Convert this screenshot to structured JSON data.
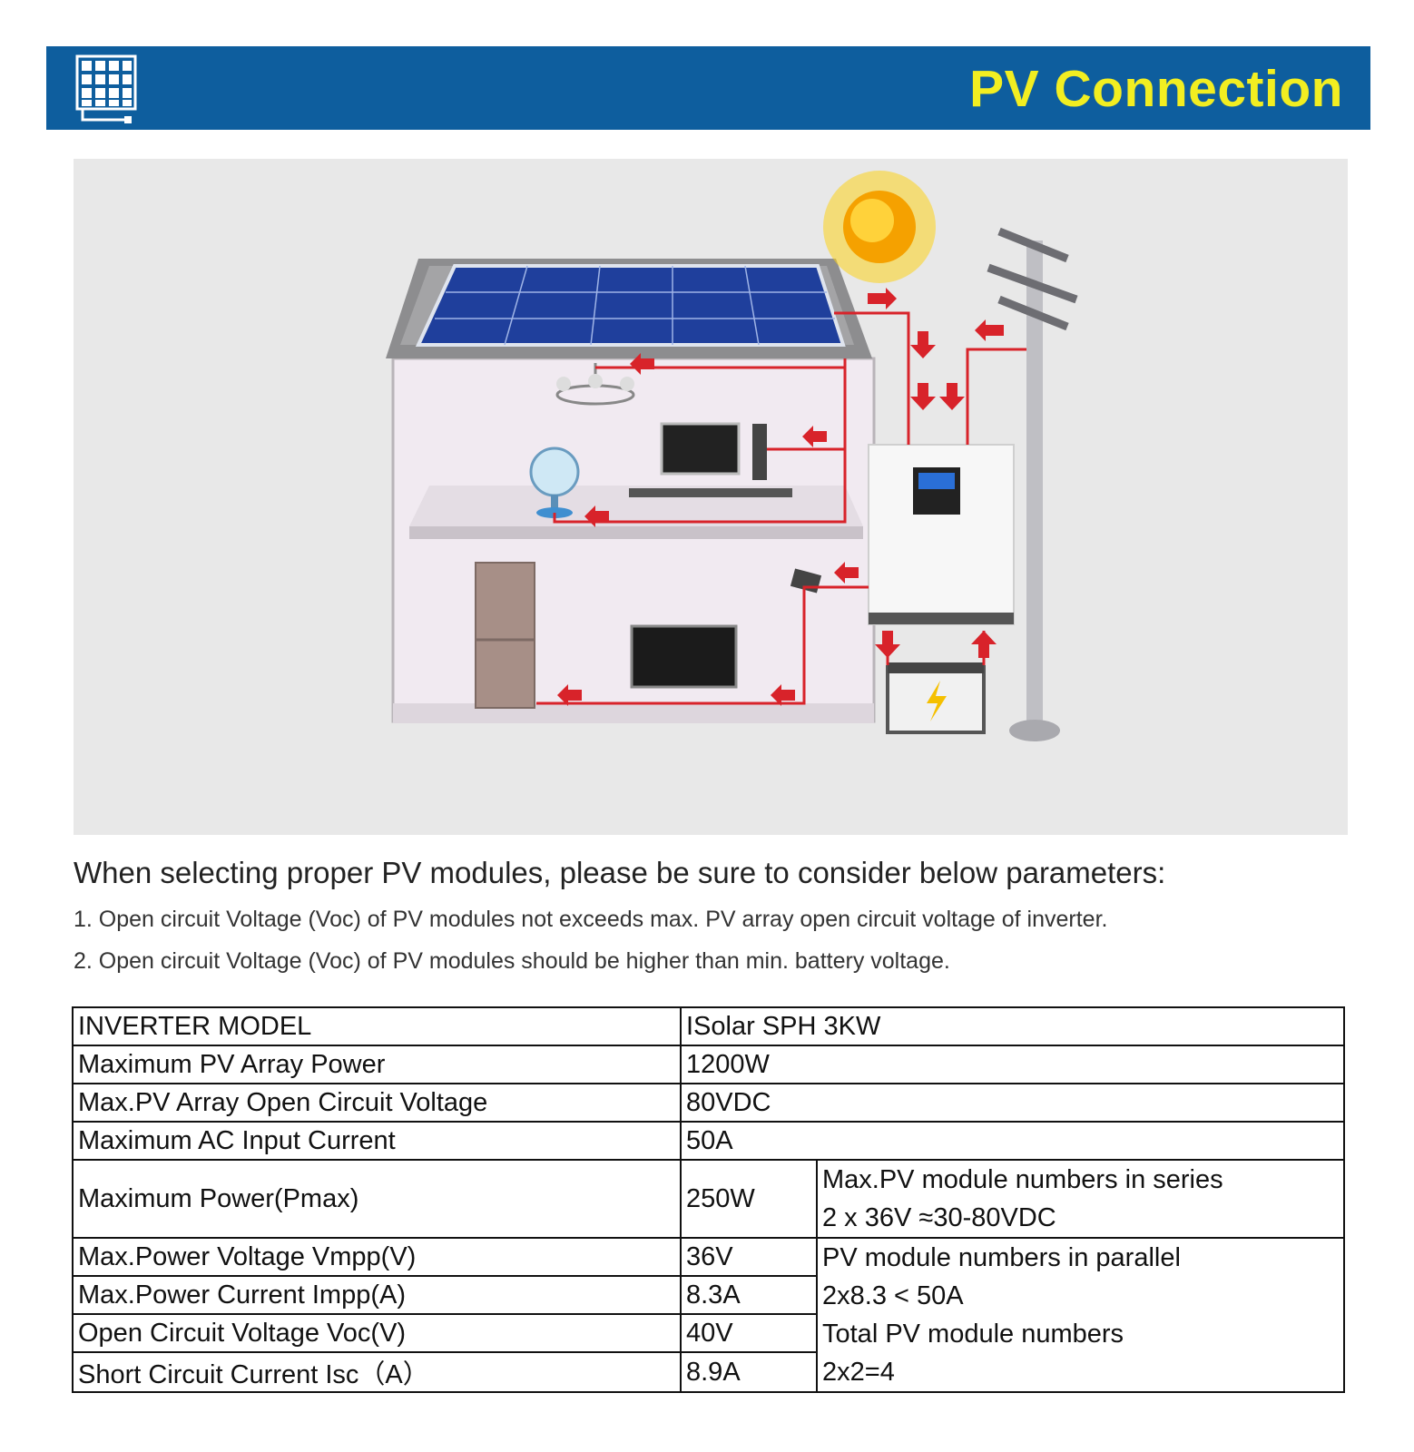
{
  "header": {
    "title": "PV Connection",
    "bg_color": "#0e5e9e",
    "title_color": "#f2ee21",
    "icon": "solar-panel-icon"
  },
  "illustration": {
    "arrow_color": "#d8232a",
    "icons": [
      "sun-icon",
      "solar-panel-icon",
      "chandelier-icon",
      "computer-icon",
      "fan-icon",
      "refrigerator-icon",
      "tv-icon",
      "switch-icon",
      "inverter-icon",
      "battery-icon",
      "utility-pole-icon"
    ]
  },
  "intro": {
    "heading": "When selecting proper PV modules, please be sure to consider below parameters:",
    "points": [
      "1. Open circuit Voltage (Voc) of PV modules not exceeds max. PV array open circuit voltage of inverter.",
      "2. Open circuit Voltage (Voc) of PV modules should be higher than min. battery voltage."
    ]
  },
  "spec_table": {
    "rows": [
      {
        "label": "INVERTER MODEL",
        "value": "ISolar SPH 3KW"
      },
      {
        "label": "Maximum PV Array Power",
        "value": "1200W"
      },
      {
        "label": "Max.PV Array Open Circuit Voltage",
        "value": "80VDC"
      },
      {
        "label": "Maximum AC Input Current",
        "value": "50A"
      },
      {
        "label": "Maximum Power(Pmax)",
        "value": "250W",
        "note": [
          "Max.PV module numbers in series",
          "2 x 36V ≈30-80VDC"
        ]
      },
      {
        "label": "Max.Power Voltage Vmpp(V)",
        "value": "36V"
      },
      {
        "label": "Max.Power Current Impp(A)",
        "value": "8.3A"
      },
      {
        "label": "Open Circuit Voltage Voc(V)",
        "value": "40V"
      },
      {
        "label": "Short Circuit Current Isc（A）",
        "value": "8.9A"
      }
    ],
    "notes": [
      "PV module numbers in parallel",
      "2x8.3 < 50A",
      "Total PV module numbers",
      "2x2=4"
    ]
  }
}
